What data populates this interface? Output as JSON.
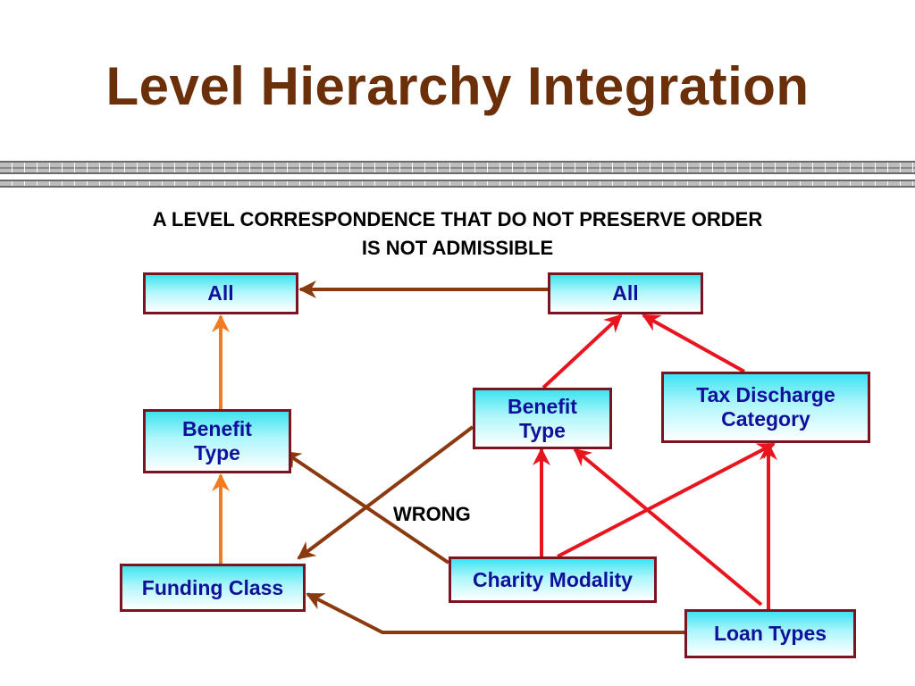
{
  "title": "Level Hierarchy Integration",
  "subtitle": "A LEVEL CORRESPONDENCE THAT DO NOT PRESERVE ORDER\nIS NOT ADMISSIBLE",
  "wrong_label": "WRONG",
  "colors": {
    "title": "#6b2f0a",
    "node_border": "#7a1420",
    "node_text": "#10109a",
    "edge_brown": "#8b3a10",
    "edge_orange": "#f47a20",
    "edge_red": "#e8151f"
  },
  "nodes": {
    "left_all": "All",
    "left_benefit_type": "Benefit\nType",
    "funding_class": "Funding Class",
    "right_all": "All",
    "right_benefit_type": "Benefit\nType",
    "tax_discharge_category": "Tax Discharge\nCategory",
    "charity_modality": "Charity Modality",
    "loan_types": "Loan Types"
  }
}
